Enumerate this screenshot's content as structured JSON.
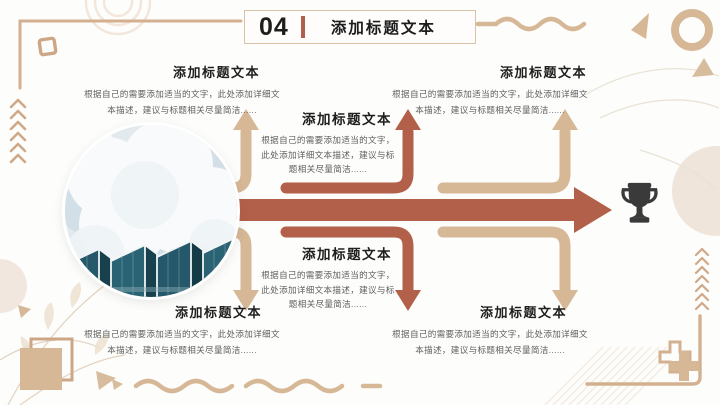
{
  "slide": {
    "header": {
      "number": "04",
      "title": "添加标题文本"
    },
    "diagram": {
      "center_icon": "trophy",
      "blocks": [
        {
          "position": "top-left",
          "title": "添加标题文本",
          "body": "根据自己的需要添加适当的文字，此处添加详细文本描述，建议与标题相关尽量简洁......"
        },
        {
          "position": "top-center",
          "title": "添加标题文本",
          "body": "根据自己的需要添加适当的文字，此处添加详细文本描述，建议与标题相关尽量简洁......"
        },
        {
          "position": "top-right",
          "title": "添加标题文本",
          "body": "根据自己的需要添加适当的文字，此处添加详细文本描述，建议与标题相关尽量简洁......"
        },
        {
          "position": "bottom-left",
          "title": "添加标题文本",
          "body": "根据自己的需要添加适当的文字，此处添加详细文本描述，建议与标题相关尽量简洁......"
        },
        {
          "position": "bottom-center",
          "title": "添加标题文本",
          "body": "根据自己的需要添加适当的文字，此处添加详细文本描述，建议与标题相关尽量简洁......"
        },
        {
          "position": "bottom-right",
          "title": "添加标题文本",
          "body": "根据自己的需要添加适当的文字，此处添加详细文本描述，建议与标题相关尽量简洁......"
        }
      ]
    },
    "icons": [
      "trophy-icon",
      "wavy-line-icon",
      "ring-icon",
      "triangle-icon",
      "plus-icon",
      "chevron-stack-icon",
      "twisted-square-icon",
      "overlapping-squares-icon",
      "corner-bracket-icon",
      "leaf-pattern-icon"
    ],
    "colors": {
      "tan": "#d6b897",
      "terracotta": "#b3604a",
      "trophy": "#3a3a3a",
      "title_text": "#1f1f1f",
      "body_text": "#5f5f5f"
    }
  }
}
